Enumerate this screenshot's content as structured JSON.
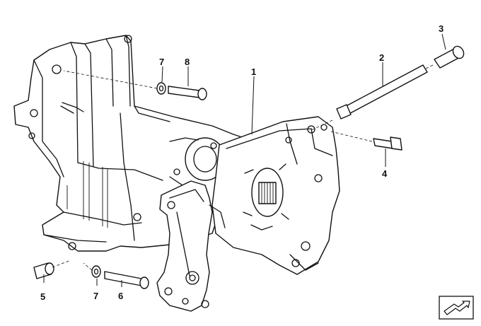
{
  "callouts": {
    "c1": "1",
    "c2": "2",
    "c3": "3",
    "c4": "4",
    "c5": "5",
    "c6": "6",
    "c7a": "7",
    "c7b": "7",
    "c8": "8"
  },
  "icons": {
    "nav": "direction-arrow-icon"
  }
}
